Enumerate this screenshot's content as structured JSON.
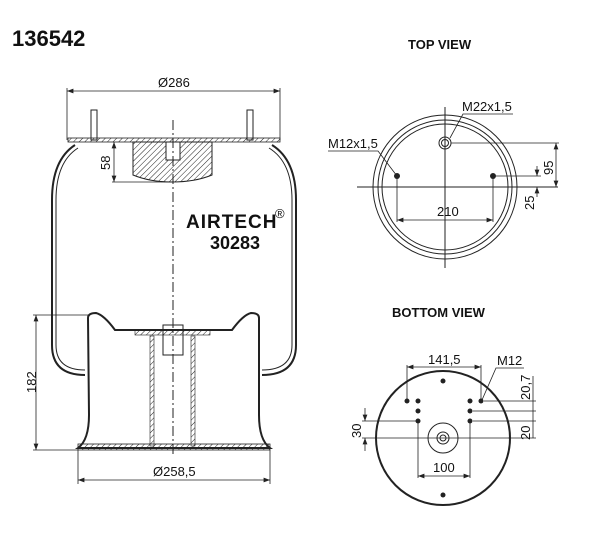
{
  "part_number": "136542",
  "views": {
    "top": "TOP VIEW",
    "bottom": "BOTTOM VIEW"
  },
  "brand": {
    "name": "AIRTECH",
    "mark": "®",
    "model": "30283"
  },
  "side_view": {
    "top_diameter": "Ø286",
    "bead_height": "58",
    "piston_height": "182",
    "base_diameter": "Ø258,5"
  },
  "top_view": {
    "air_fitting": "M22x1,5",
    "stud_thread": "M12x1,5",
    "stud_spacing": "210",
    "fitting_offset": "95",
    "stud_offset": "25"
  },
  "bottom_view": {
    "outer_spacing": "141,5",
    "thread": "M12",
    "row_offset_top": "20,7",
    "row_offset": "20",
    "left_offset": "30",
    "inner_spacing": "100"
  }
}
